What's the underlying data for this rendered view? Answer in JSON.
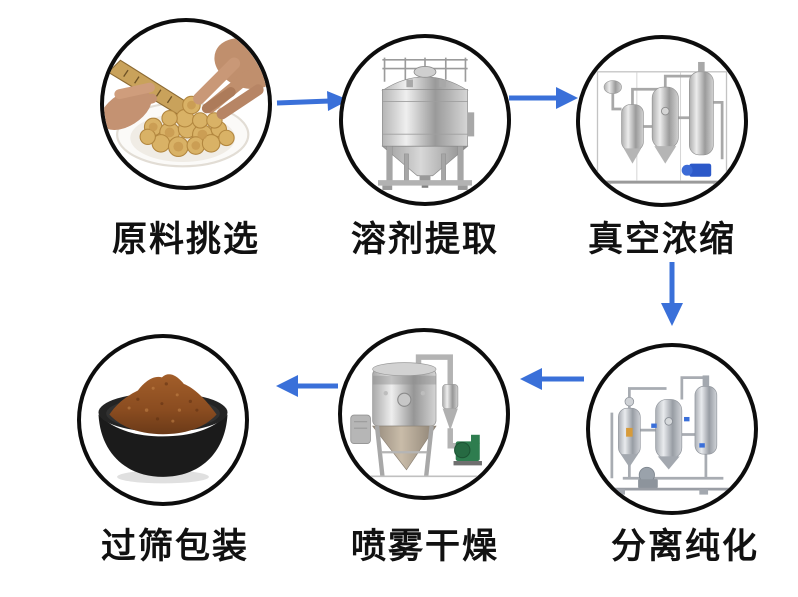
{
  "diagram": {
    "arrow_color": "#3a70d9",
    "label_color": "#111111",
    "circle_border_color": "#0d0d0d",
    "steps": [
      {
        "id": "raw-material-selection",
        "label": "原料挑选",
        "illustration": "hands-sorting-herb-slices-on-plate"
      },
      {
        "id": "solvent-extraction",
        "label": "溶剂提取",
        "illustration": "stainless-steel-extraction-tank"
      },
      {
        "id": "vacuum-concentration",
        "label": "真空浓缩",
        "illustration": "vacuum-evaporator-skid"
      },
      {
        "id": "separation-purification",
        "label": "分离纯化",
        "illustration": "separation-column-skid"
      },
      {
        "id": "spray-drying",
        "label": "喷雾干燥",
        "illustration": "spray-dryer-with-cyclone"
      },
      {
        "id": "sieving-packaging",
        "label": "过筛包装",
        "illustration": "bowl-of-brown-extract-powder"
      }
    ],
    "arrows": [
      {
        "from": "raw-material-selection",
        "to": "solvent-extraction",
        "direction": "right"
      },
      {
        "from": "solvent-extraction",
        "to": "vacuum-concentration",
        "direction": "right"
      },
      {
        "from": "vacuum-concentration",
        "to": "separation-purification",
        "direction": "down"
      },
      {
        "from": "separation-purification",
        "to": "spray-drying",
        "direction": "left"
      },
      {
        "from": "spray-drying",
        "to": "sieving-packaging",
        "direction": "left"
      }
    ]
  }
}
